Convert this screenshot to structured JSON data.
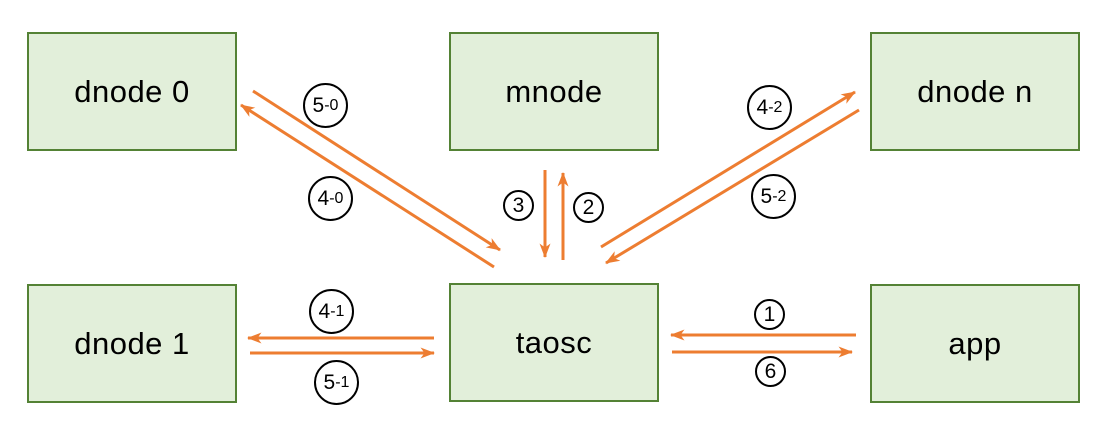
{
  "diagram": {
    "nodes": [
      {
        "id": "dnode0",
        "label": "dnode 0"
      },
      {
        "id": "mnode",
        "label": "mnode"
      },
      {
        "id": "dnoden",
        "label": "dnode n"
      },
      {
        "id": "dnode1",
        "label": "dnode 1"
      },
      {
        "id": "taosc",
        "label": "taosc"
      },
      {
        "id": "app",
        "label": "app"
      }
    ],
    "edges": [
      {
        "id": "1",
        "label": "1",
        "from": "app",
        "to": "taosc"
      },
      {
        "id": "2",
        "label": "2",
        "from": "taosc",
        "to": "mnode"
      },
      {
        "id": "3",
        "label": "3",
        "from": "mnode",
        "to": "taosc"
      },
      {
        "id": "4-0",
        "label": "4-0",
        "from": "taosc",
        "to": "dnode0"
      },
      {
        "id": "5-0",
        "label": "5-0",
        "from": "dnode0",
        "to": "taosc"
      },
      {
        "id": "4-1",
        "label": "4-1",
        "from": "taosc",
        "to": "dnode1"
      },
      {
        "id": "5-1",
        "label": "5-1",
        "from": "dnode1",
        "to": "taosc"
      },
      {
        "id": "4-2",
        "label": "4-2",
        "from": "taosc",
        "to": "dnoden"
      },
      {
        "id": "5-2",
        "label": "5-2",
        "from": "dnoden",
        "to": "taosc"
      },
      {
        "id": "6",
        "label": "6",
        "from": "taosc",
        "to": "app"
      }
    ],
    "colors": {
      "arrow": "#ED7D31",
      "box_fill": "#E2EFDA",
      "box_border": "#548235",
      "label_border": "#000000",
      "label_fill": "#FFFFFF",
      "text": "#000000"
    }
  }
}
